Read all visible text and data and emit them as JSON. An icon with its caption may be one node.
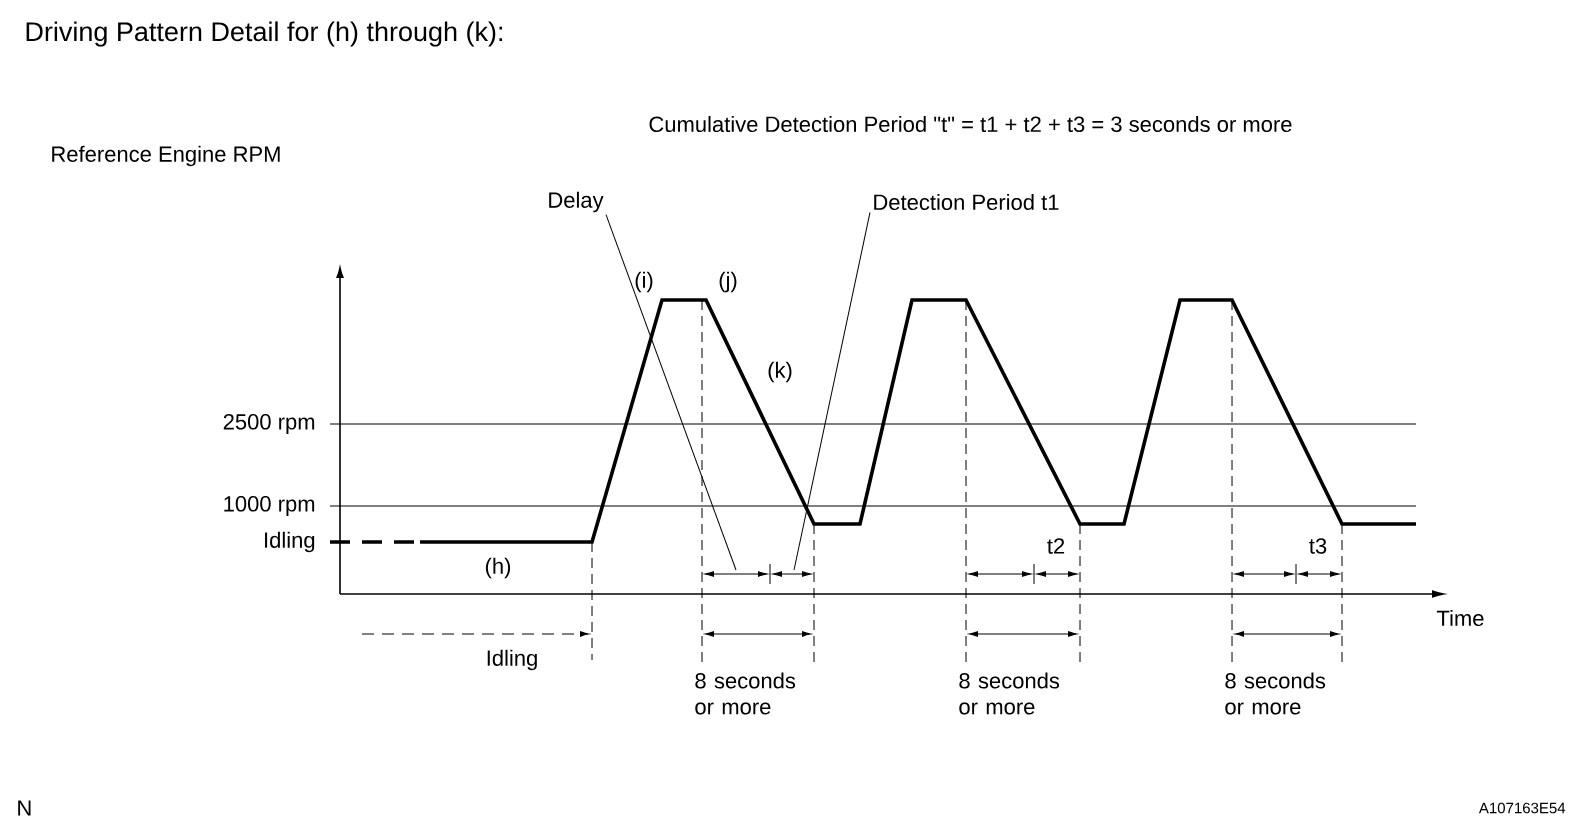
{
  "diagram": {
    "title": "Driving Pattern Detail for (h) through (k):",
    "nodes": [
      {
        "text": [
          "Delay"
        ]
      },
      {
        "text": [
          "Detection Period t1"
        ]
      }
    ],
    "edges": [
      {
        "from": 0,
        "to": null,
        "arrow": "none"
      },
      {
        "from": 1,
        "to": null,
        "arrow": "none"
      }
    ],
    "labels": [
      "Cumulative Detection Period \"t\" = t1 + t2 + t3 = 3 seconds or more",
      "Reference Engine RPM",
      "(i)",
      "(j)",
      "(k)",
      "2500 rpm",
      "1000 rpm",
      "Idling",
      "(h)",
      "t2",
      "t3",
      "Time",
      "Idling",
      "8 seconds or more",
      "8 seconds or more",
      "8 seconds or more",
      "N",
      "A107163E54"
    ]
  }
}
